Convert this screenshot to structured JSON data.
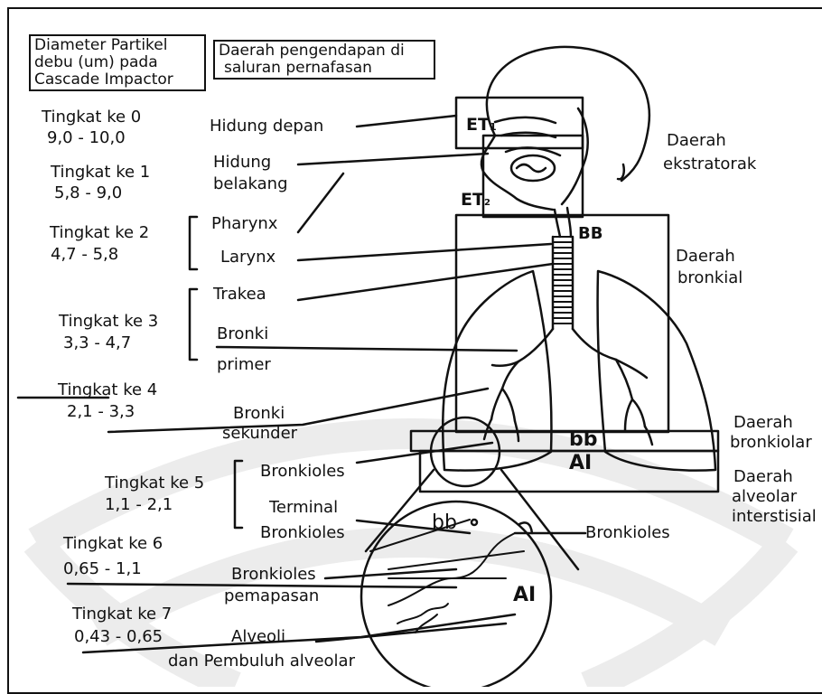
{
  "header": {
    "box_left": [
      "Diameter Partikel",
      "debu (um) pada",
      "Cascade Impactor"
    ],
    "box_right": [
      "Daerah pengendapan di",
      "saluran pernafasan"
    ]
  },
  "stages": [
    {
      "label": "Tingkat ke 0",
      "range": "9,0 - 10,0"
    },
    {
      "label": "Tingkat ke 1",
      "range": "5,8 - 9,0"
    },
    {
      "label": "Tingkat ke 2",
      "range": "4,7 - 5,8"
    },
    {
      "label": "Tingkat ke 3",
      "range": "3,3 - 4,7"
    },
    {
      "label": "Tingkat ke 4",
      "range": "2,1 - 3,3"
    },
    {
      "label": "Tingkat ke 5",
      "range": "1,1 - 2,1"
    },
    {
      "label": "Tingkat ke 6",
      "range": "0,65 - 1,1"
    },
    {
      "label": "Tingkat ke 7",
      "range": "0,43 - 0,65"
    }
  ],
  "structures": {
    "hidung_depan": "Hidung depan",
    "hidung_belakang": [
      "Hidung",
      "belakang"
    ],
    "pharynx": "Pharynx",
    "larynx": "Larynx",
    "trakea": "Trakea",
    "bronki_primer": [
      "Bronki",
      "primer"
    ],
    "bronki_sekunder": [
      "Bronki",
      "sekunder"
    ],
    "bronkioles": "Bronkioles",
    "terminal_bronkioles": [
      "Terminal",
      "Bronkioles"
    ],
    "bronkioles_pernapasan": [
      "Bronkioles",
      "pemapasan"
    ],
    "alveoli": "Alveoli",
    "pembuluh_alveolar": "dan Pembuluh alveolar",
    "bronkioles_right": "Bronkioles"
  },
  "regions": {
    "ekstratorak": [
      "Daerah",
      "ekstratorak"
    ],
    "bronkial": [
      "Daerah",
      "bronkial"
    ],
    "bronkiolar": [
      "Daerah",
      "bronkiolar"
    ],
    "alveolar": [
      "Daerah",
      "alveolar",
      "interstisial"
    ]
  },
  "region_codes": {
    "et1": "ET",
    "et1_sub": "1",
    "et2": "ET",
    "et2_sub": "2",
    "bb_upper": "BB",
    "bb_lower": "bb",
    "ai_upper": "AI",
    "bb_zoom": "bb",
    "ai_zoom": "AI"
  }
}
